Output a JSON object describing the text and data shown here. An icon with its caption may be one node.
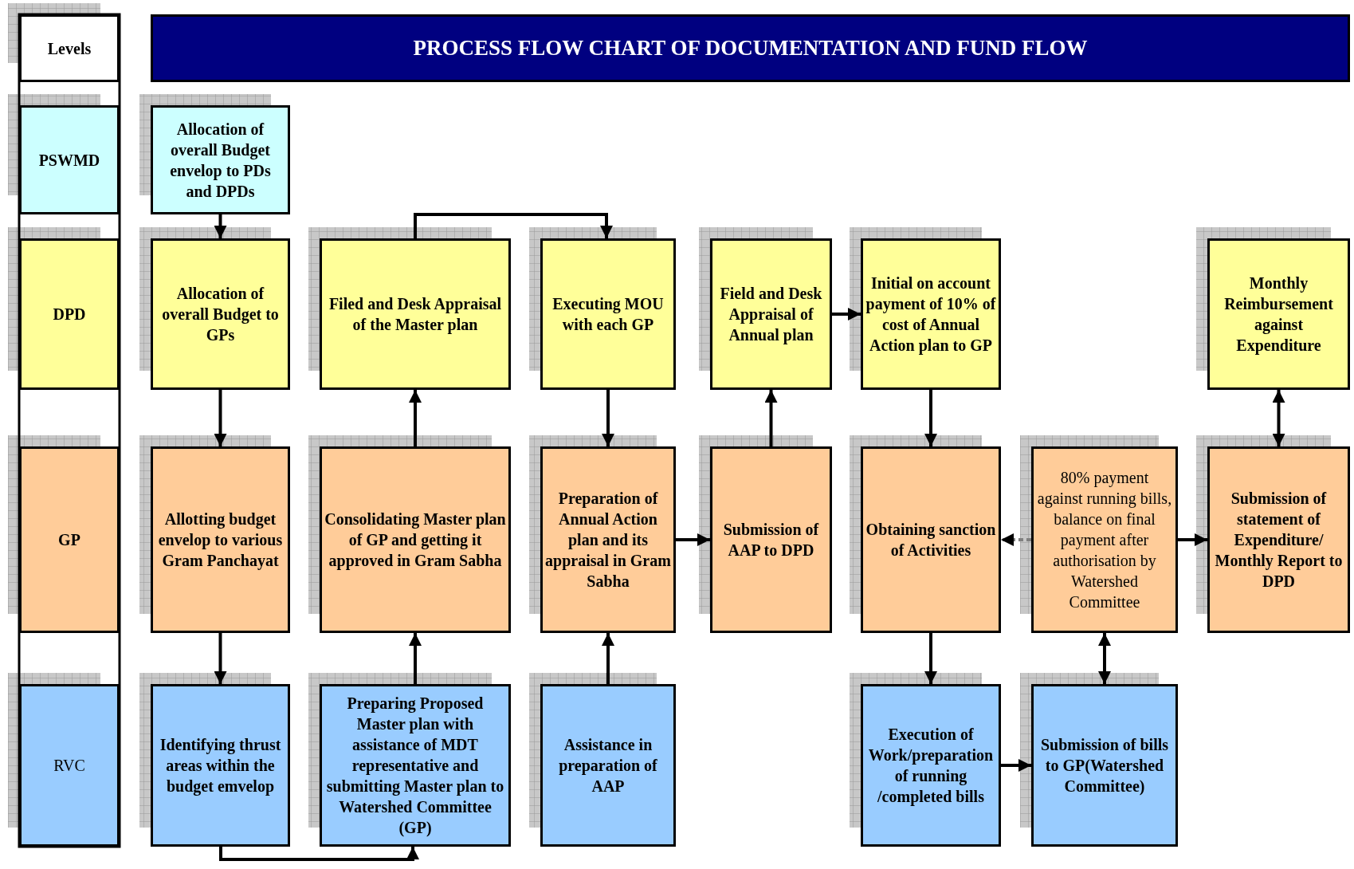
{
  "diagram": {
    "title": "PROCESS FLOW CHART OF DOCUMENTATION AND FUND FLOW",
    "nodes": [
      {
        "text": [
          "Levels"
        ]
      },
      {
        "text": [
          "PSWMD"
        ]
      },
      {
        "text": [
          "DPD"
        ]
      },
      {
        "text": [
          "GP"
        ]
      },
      {
        "text": [
          "RVC"
        ]
      },
      {
        "text": [
          "Allocation of overall Budget envelop to PDs and DPDs"
        ]
      },
      {
        "text": [
          "Allocation of overall Budget to GPs"
        ]
      },
      {
        "text": [
          "Filed and Desk Appraisal of the Master plan"
        ]
      },
      {
        "text": [
          "Executing MOU with each GP"
        ]
      },
      {
        "text": [
          "Field and Desk Appraisal of Annual plan"
        ]
      },
      {
        "text": [
          "Initial on account payment of 10% of cost of Annual Action plan to GP"
        ]
      },
      {
        "text": [
          "Monthly Reimbursement against Expenditure"
        ]
      },
      {
        "text": [
          "Allotting budget envelop to various Gram Panchayat"
        ]
      },
      {
        "text": [
          "Consolidating Master plan of GP and getting it approved in Gram Sabha"
        ]
      },
      {
        "text": [
          "Preparation of Annual Action plan and its appraisal in Gram Sabha"
        ]
      },
      {
        "text": [
          "Submission of AAP to DPD"
        ]
      },
      {
        "text": [
          "Obtaining sanction of Activities"
        ]
      },
      {
        "text": [
          "80% payment against running bills, balance on final payment after authorisation by Watershed Committee"
        ]
      },
      {
        "text": [
          "Submission of statement of Expenditure/ Monthly Report to DPD"
        ]
      },
      {
        "text": [
          "Identifying thrust areas within the budget emvelop"
        ]
      },
      {
        "text": [
          "Preparing Proposed Master plan with assistance of MDT representative and submitting Master plan to Watershed Committee (GP)"
        ]
      },
      {
        "text": [
          "Assistance in preparation of AAP"
        ]
      },
      {
        "text": [
          "Execution of Work/preparation of running /completed bills"
        ]
      },
      {
        "text": [
          "Submission of bills to GP(Watershed Committee)"
        ]
      }
    ],
    "edges": [
      {
        "from": 5,
        "to": 6,
        "arrow": "to"
      },
      {
        "from": 6,
        "to": 12,
        "arrow": "to"
      },
      {
        "from": 12,
        "to": 19,
        "arrow": "to"
      },
      {
        "from": 19,
        "to": 20,
        "arrow": "to"
      },
      {
        "from": 20,
        "to": 13,
        "arrow": "to"
      },
      {
        "from": 13,
        "to": 7,
        "arrow": "to"
      },
      {
        "from": 7,
        "to": 8,
        "arrow": "to"
      },
      {
        "from": 8,
        "to": 14,
        "arrow": "to"
      },
      {
        "from": 21,
        "to": 14,
        "arrow": "to"
      },
      {
        "from": 14,
        "to": 15,
        "arrow": "to"
      },
      {
        "from": 15,
        "to": 9,
        "arrow": "to"
      },
      {
        "from": 9,
        "to": 10,
        "arrow": "to"
      },
      {
        "from": 10,
        "to": 16,
        "arrow": "to"
      },
      {
        "from": 16,
        "to": 22,
        "arrow": "to"
      },
      {
        "from": 22,
        "to": 23,
        "arrow": "to"
      },
      {
        "from": 23,
        "to": 17,
        "arrow": "both"
      },
      {
        "from": 17,
        "to": 16,
        "arrow": "to",
        "style": "dashed",
        "color": "#808080"
      },
      {
        "from": 17,
        "to": 18,
        "arrow": "to"
      },
      {
        "from": 18,
        "to": 11,
        "arrow": "both"
      }
    ]
  }
}
